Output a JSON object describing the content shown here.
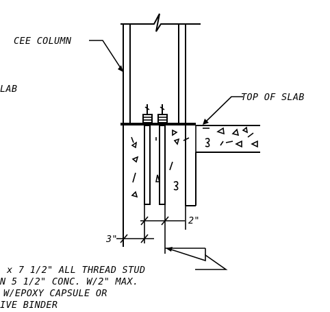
{
  "labels": {
    "cee_column": "CEE COLUMN",
    "slab_left": "LAB",
    "top_of_slab": "TOP OF SLAB",
    "dim_2": "2\"",
    "dim_3": "3\"",
    "note_line1": "x 7 1/2\" ALL THREAD STUD",
    "note_line2": "N 5 1/2\" CONC. W/2\" MAX.",
    "note_line3": "W/EPOXY CAPSULE OR",
    "note_line4": "IVE BINDER"
  },
  "colors": {
    "line": "#000000",
    "background": "#ffffff"
  }
}
